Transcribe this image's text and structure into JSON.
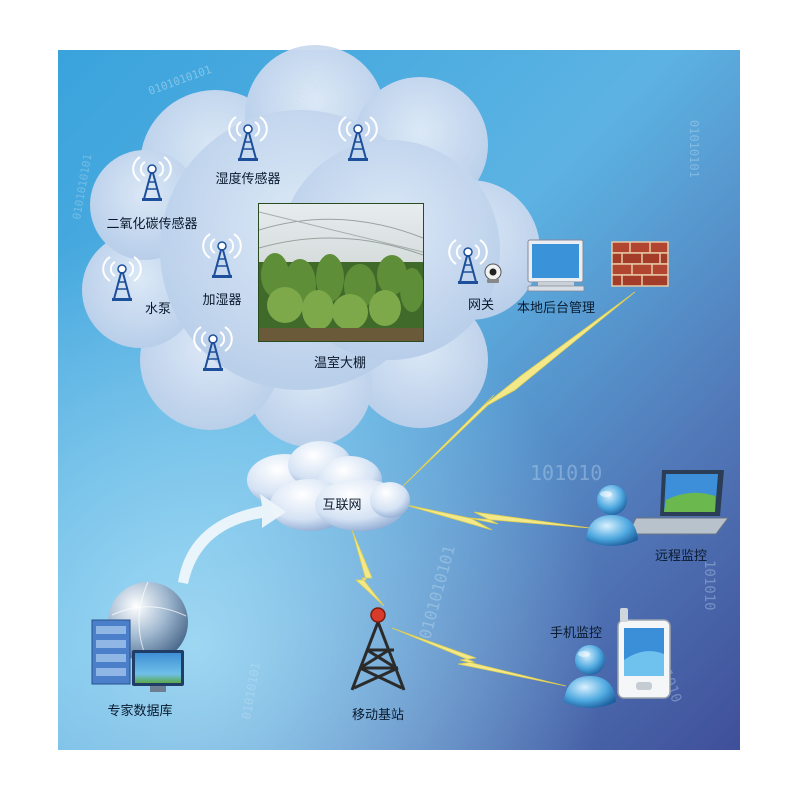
{
  "labels": {
    "humidity_sensor": "湿度传感器",
    "co2_sensor": "二氧化碳传感器",
    "humidifier": "加湿器",
    "water_pump": "水泵",
    "greenhouse": "温室大棚",
    "gateway": "网关",
    "local_backend": "本地后台管理",
    "internet": "互联网",
    "remote_monitoring": "远程监控",
    "mobile_monitoring": "手机监控",
    "base_station": "移动基站",
    "expert_database": "专家数据库"
  },
  "binary_text": {
    "a": "0101010101",
    "b": "10101010",
    "c": "01010101",
    "d": "101010"
  },
  "colors": {
    "background_left": "#7ec8ec",
    "background_right": "#4a63a8",
    "cloud": "#c9daf1",
    "lightning": "#f3e98b",
    "tower": "#2b2b2b",
    "firewall": "#b2452f"
  }
}
